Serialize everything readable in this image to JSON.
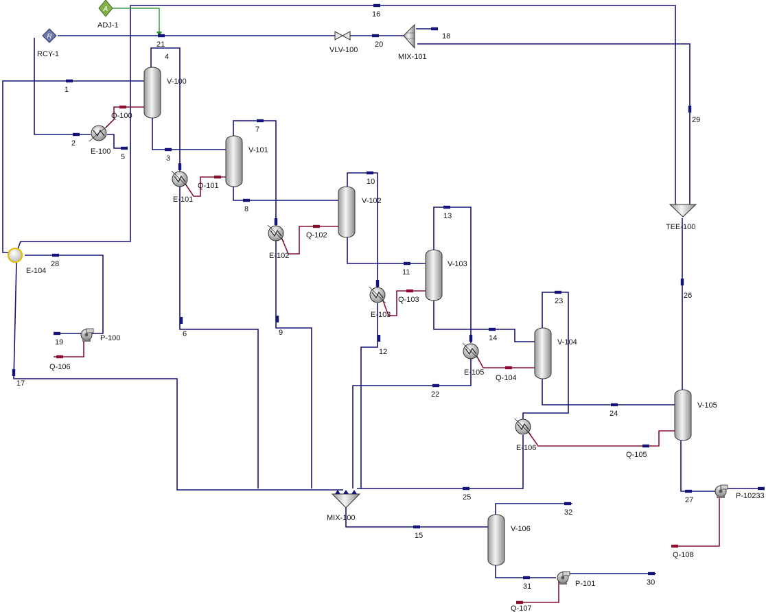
{
  "diagram": {
    "title": "",
    "labels": {
      "ADJ-1": "ADJ-1",
      "RCY-1": "RCY-1",
      "V-100": "V-100",
      "V-101": "V-101",
      "V-102": "V-102",
      "V-103": "V-103",
      "V-104": "V-104",
      "V-105": "V-105",
      "V-106": "V-106",
      "E-100": "E-100",
      "E-101": "E-101",
      "E-102": "E-102",
      "E-103": "E-103",
      "E-104": "E-104",
      "E-105": "E-105",
      "E-106": "E-106",
      "P-100": "P-100",
      "P-101": "P-101",
      "P-102": "P-10233",
      "MIX-100": "MIX-100",
      "MIX-101": "MIX-101",
      "VLV-100": "VLV-100",
      "TEE-100": "TEE-100"
    },
    "streams": {
      "s1": "1",
      "s2": "2",
      "s3": "3",
      "s4": "4",
      "s5": "5",
      "s6": "6",
      "s7": "7",
      "s8": "8",
      "s9": "9",
      "s10": "10",
      "s11": "11",
      "s12": "12",
      "s13": "13",
      "s14": "14",
      "s15": "15",
      "s16": "16",
      "s17": "17",
      "s18": "18",
      "s19": "19",
      "s20": "20",
      "s21": "21",
      "s22": "22",
      "s23": "23",
      "s24": "24",
      "s25": "25",
      "s26": "26",
      "s27": "27",
      "s28": "28",
      "s29": "29",
      "s30": "30",
      "s31": "31",
      "s32": "32"
    },
    "energy": {
      "Q-100": "Q-100",
      "Q-101": "Q-101",
      "Q-102": "Q-102",
      "Q-103": "Q-103",
      "Q-104": "Q-104",
      "Q-105": "Q-105",
      "Q-106": "Q-106",
      "Q-107": "Q-107",
      "Q-108": "Q-108"
    },
    "colors": {
      "material": "#141478",
      "energy": "#8a1030",
      "signal": "#1e8a2a",
      "vessel": "#d6d6d6",
      "adjust": "#7fb24a",
      "recycle": "#6c78a8",
      "cooler_ring": "#e0c000"
    }
  }
}
